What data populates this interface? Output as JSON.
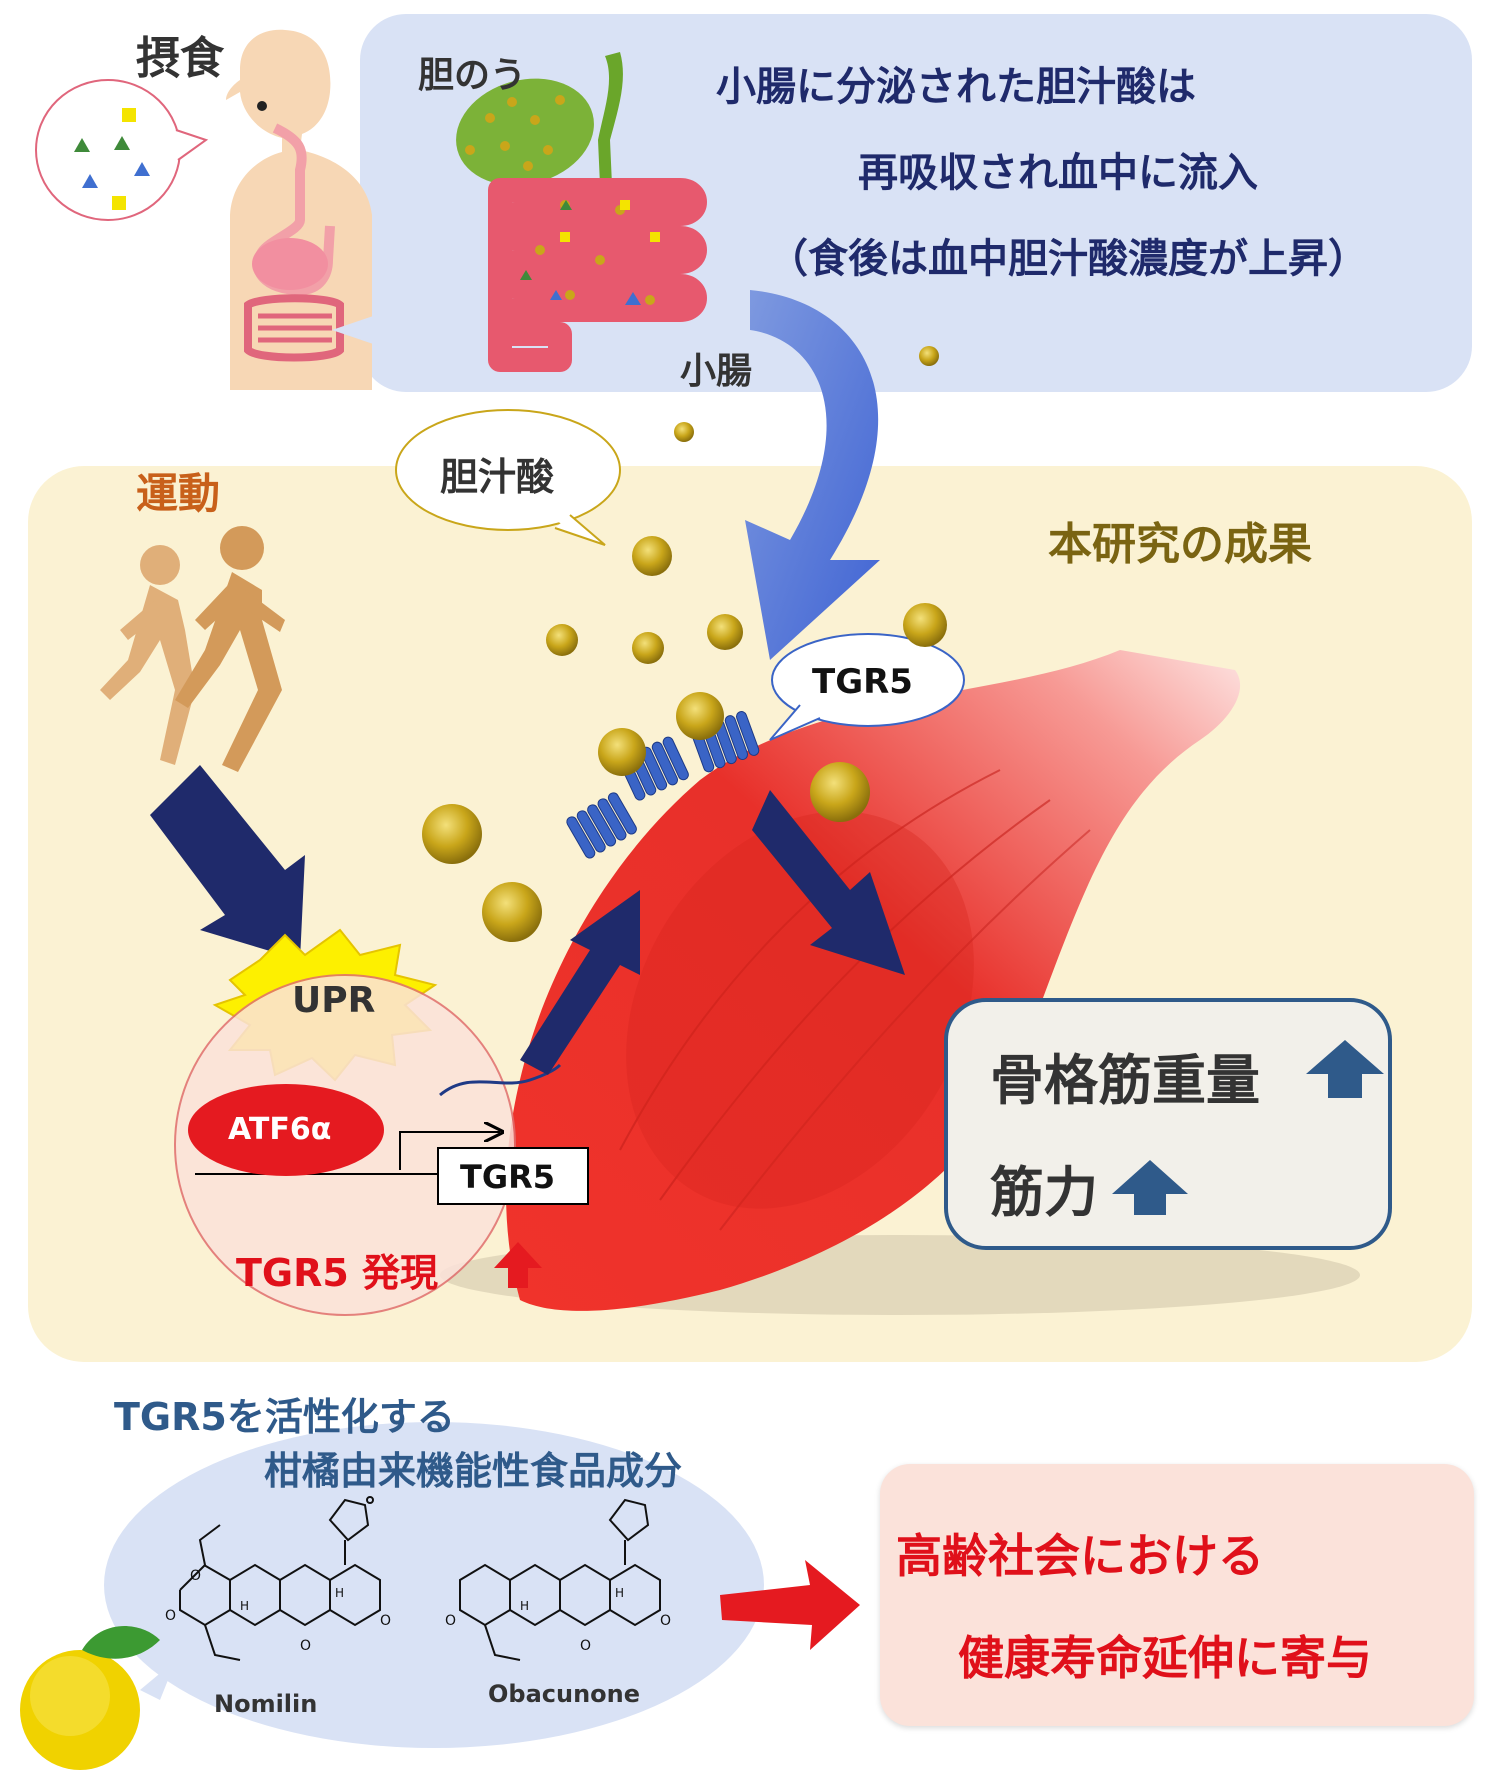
{
  "intake": {
    "label": "摂食"
  },
  "gallbladder": {
    "label": "胆のう"
  },
  "small_intestine": {
    "label": "小腸"
  },
  "bile_info": {
    "line1": "小腸に分泌された胆汁酸は",
    "line2": "再吸収され血中に流入",
    "line3": "（食後は血中胆汁酸濃度が上昇）"
  },
  "bile_acid_bubble": {
    "label": "胆汁酸"
  },
  "exercise": {
    "label": "運動"
  },
  "result_title": {
    "label": "本研究の成果"
  },
  "tgr5_bubble": {
    "label": "TGR5"
  },
  "upr": {
    "label": "UPR"
  },
  "atf6": {
    "label": "ATF6α"
  },
  "tgr5_gene": {
    "label": "TGR5"
  },
  "tgr5_expression": {
    "label": "TGR5 発現"
  },
  "outcome": {
    "mass": "骨格筋重量",
    "strength": "筋力"
  },
  "citrus": {
    "line1": "TGR5を活性化する",
    "line2": "柑橘由来機能性食品成分"
  },
  "compounds": {
    "nomilin": "Nomilin",
    "obacunone": "Obacunone"
  },
  "contribution": {
    "line1": "高齢社会における",
    "line2": "健康寿命延伸に寄与"
  },
  "colors": {
    "navy": "#1f2a6b",
    "orange_text": "#c8601a",
    "olive_text": "#7a6412",
    "red_text": "#e0101a",
    "blue_panel": "#d9e2f5",
    "cream_panel": "#fbf2d3",
    "pink_panel": "#fbe2da",
    "muscle": "#e8302a",
    "bile_ball": "#c9a61a",
    "receptor": "#3a64c6"
  }
}
